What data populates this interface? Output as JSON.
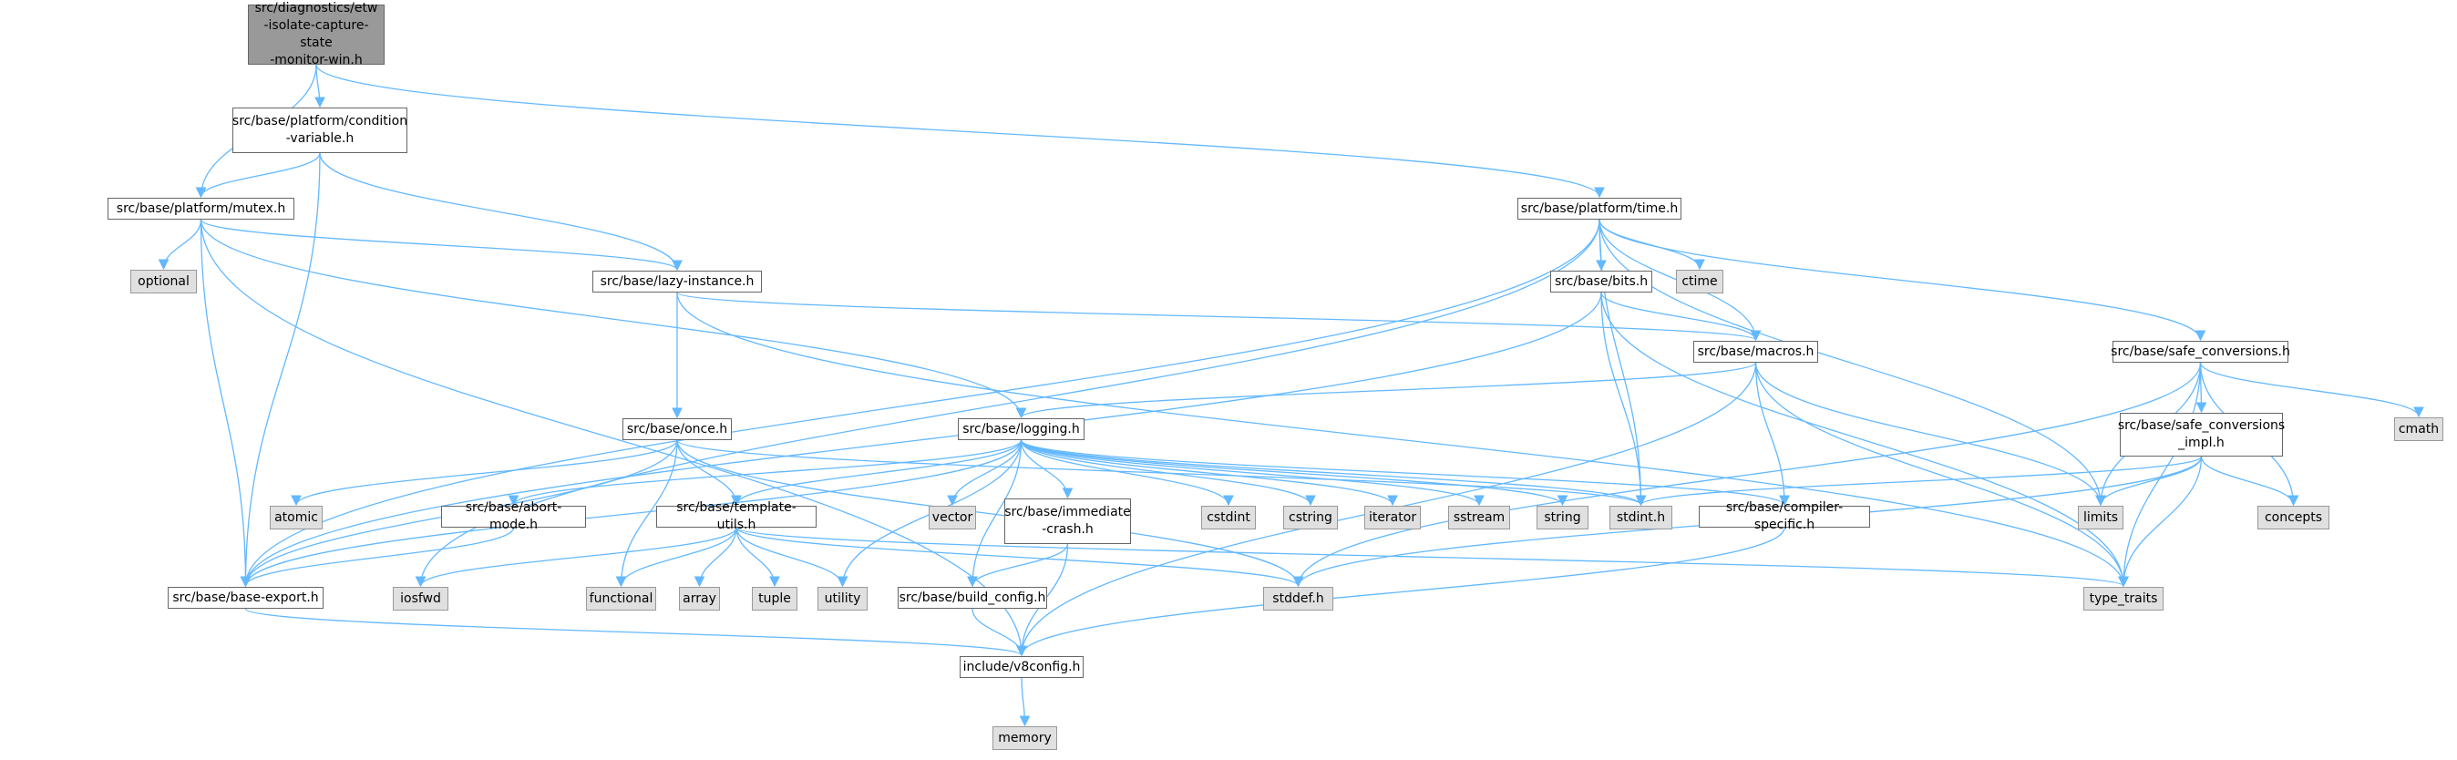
{
  "colors": {
    "edge": "#63b8ff",
    "file_fill": "#ffffff",
    "file_border": "#666666",
    "system_fill": "#e0e0e0",
    "system_border": "#999999",
    "root_fill": "#999999"
  },
  "nodes": [
    {
      "id": "root",
      "kind": "root",
      "label": "src/diagnostics/etw\n-isolate-capture-state\n-monitor-win.h"
    },
    {
      "id": "condvar",
      "kind": "file",
      "label": "src/base/platform/condition\n-variable.h"
    },
    {
      "id": "mutex",
      "kind": "file",
      "label": "src/base/platform/mutex.h"
    },
    {
      "id": "ptime",
      "kind": "file",
      "label": "src/base/platform/time.h"
    },
    {
      "id": "optional",
      "kind": "system",
      "label": "optional"
    },
    {
      "id": "lazy",
      "kind": "file",
      "label": "src/base/lazy-instance.h"
    },
    {
      "id": "bits",
      "kind": "file",
      "label": "src/base/bits.h"
    },
    {
      "id": "ctime",
      "kind": "system",
      "label": "ctime"
    },
    {
      "id": "macros",
      "kind": "file",
      "label": "src/base/macros.h"
    },
    {
      "id": "safeconv",
      "kind": "file",
      "label": "src/base/safe_conversions.h"
    },
    {
      "id": "safeimpl",
      "kind": "file",
      "label": "src/base/safe_conversions\n_impl.h"
    },
    {
      "id": "cmath",
      "kind": "system",
      "label": "cmath"
    },
    {
      "id": "once",
      "kind": "file",
      "label": "src/base/once.h"
    },
    {
      "id": "logging",
      "kind": "file",
      "label": "src/base/logging.h"
    },
    {
      "id": "atomic",
      "kind": "system",
      "label": "atomic"
    },
    {
      "id": "abortmode",
      "kind": "file",
      "label": "src/base/abort-mode.h"
    },
    {
      "id": "tmpl",
      "kind": "file",
      "label": "src/base/template-utils.h"
    },
    {
      "id": "vector",
      "kind": "system",
      "label": "vector"
    },
    {
      "id": "immcrash",
      "kind": "file",
      "label": "src/base/immediate\n-crash.h"
    },
    {
      "id": "cstdint",
      "kind": "system",
      "label": "cstdint"
    },
    {
      "id": "cstring",
      "kind": "system",
      "label": "cstring"
    },
    {
      "id": "iterator",
      "kind": "system",
      "label": "iterator"
    },
    {
      "id": "sstream",
      "kind": "system",
      "label": "sstream"
    },
    {
      "id": "string",
      "kind": "system",
      "label": "string"
    },
    {
      "id": "stdinth",
      "kind": "system",
      "label": "stdint.h"
    },
    {
      "id": "compspec",
      "kind": "file",
      "label": "src/base/compiler-specific.h"
    },
    {
      "id": "limits",
      "kind": "system",
      "label": "limits"
    },
    {
      "id": "concepts",
      "kind": "system",
      "label": "concepts"
    },
    {
      "id": "baseexport",
      "kind": "file",
      "label": "src/base/base-export.h"
    },
    {
      "id": "iosfwd",
      "kind": "system",
      "label": "iosfwd"
    },
    {
      "id": "functional",
      "kind": "system",
      "label": "functional"
    },
    {
      "id": "array",
      "kind": "system",
      "label": "array"
    },
    {
      "id": "tuple",
      "kind": "system",
      "label": "tuple"
    },
    {
      "id": "utility",
      "kind": "system",
      "label": "utility"
    },
    {
      "id": "buildcfg",
      "kind": "file",
      "label": "src/base/build_config.h"
    },
    {
      "id": "stddefh",
      "kind": "system",
      "label": "stddef.h"
    },
    {
      "id": "typetraits",
      "kind": "system",
      "label": "type_traits"
    },
    {
      "id": "v8config",
      "kind": "file",
      "label": "include/v8config.h"
    },
    {
      "id": "memory",
      "kind": "system",
      "label": "memory"
    }
  ],
  "edges": [
    [
      "root",
      "condvar"
    ],
    [
      "root",
      "mutex"
    ],
    [
      "root",
      "ptime"
    ],
    [
      "condvar",
      "mutex"
    ],
    [
      "condvar",
      "baseexport"
    ],
    [
      "condvar",
      "lazy"
    ],
    [
      "mutex",
      "optional"
    ],
    [
      "mutex",
      "lazy"
    ],
    [
      "mutex",
      "logging"
    ],
    [
      "mutex",
      "baseexport"
    ],
    [
      "mutex",
      "v8config"
    ],
    [
      "lazy",
      "once"
    ],
    [
      "lazy",
      "macros"
    ],
    [
      "lazy",
      "typetraits"
    ],
    [
      "ptime",
      "bits"
    ],
    [
      "ptime",
      "ctime"
    ],
    [
      "ptime",
      "macros"
    ],
    [
      "ptime",
      "safeconv"
    ],
    [
      "ptime",
      "limits"
    ],
    [
      "ptime",
      "baseexport"
    ],
    [
      "ptime",
      "iosfwd"
    ],
    [
      "ptime",
      "stdinth"
    ],
    [
      "bits",
      "macros"
    ],
    [
      "bits",
      "stdinth"
    ],
    [
      "bits",
      "baseexport"
    ],
    [
      "bits",
      "typetraits"
    ],
    [
      "macros",
      "logging"
    ],
    [
      "macros",
      "compspec"
    ],
    [
      "macros",
      "v8config"
    ],
    [
      "macros",
      "limits"
    ],
    [
      "macros",
      "typetraits"
    ],
    [
      "safeconv",
      "safeimpl"
    ],
    [
      "safeconv",
      "cmath"
    ],
    [
      "safeconv",
      "limits"
    ],
    [
      "safeconv",
      "concepts"
    ],
    [
      "safeconv",
      "typetraits"
    ],
    [
      "safeconv",
      "stddefh"
    ],
    [
      "safeimpl",
      "limits"
    ],
    [
      "safeimpl",
      "concepts"
    ],
    [
      "safeimpl",
      "typetraits"
    ],
    [
      "safeimpl",
      "stdinth"
    ],
    [
      "safeimpl",
      "stddefh"
    ],
    [
      "once",
      "atomic"
    ],
    [
      "once",
      "baseexport"
    ],
    [
      "once",
      "functional"
    ],
    [
      "once",
      "tmpl"
    ],
    [
      "once",
      "stddefh"
    ],
    [
      "once",
      "stdinth"
    ],
    [
      "logging",
      "abortmode"
    ],
    [
      "logging",
      "tmpl"
    ],
    [
      "logging",
      "vector"
    ],
    [
      "logging",
      "immcrash"
    ],
    [
      "logging",
      "buildcfg"
    ],
    [
      "logging",
      "cstdint"
    ],
    [
      "logging",
      "cstring"
    ],
    [
      "logging",
      "iterator"
    ],
    [
      "logging",
      "sstream"
    ],
    [
      "logging",
      "string"
    ],
    [
      "logging",
      "stdinth"
    ],
    [
      "logging",
      "compspec"
    ],
    [
      "logging",
      "baseexport"
    ],
    [
      "logging",
      "utility"
    ],
    [
      "abortmode",
      "baseexport"
    ],
    [
      "tmpl",
      "iosfwd"
    ],
    [
      "tmpl",
      "functional"
    ],
    [
      "tmpl",
      "array"
    ],
    [
      "tmpl",
      "tuple"
    ],
    [
      "tmpl",
      "utility"
    ],
    [
      "tmpl",
      "stddefh"
    ],
    [
      "tmpl",
      "typetraits"
    ],
    [
      "immcrash",
      "buildcfg"
    ],
    [
      "immcrash",
      "v8config"
    ],
    [
      "buildcfg",
      "v8config"
    ],
    [
      "compspec",
      "v8config"
    ],
    [
      "baseexport",
      "v8config"
    ],
    [
      "v8config",
      "memory"
    ]
  ]
}
